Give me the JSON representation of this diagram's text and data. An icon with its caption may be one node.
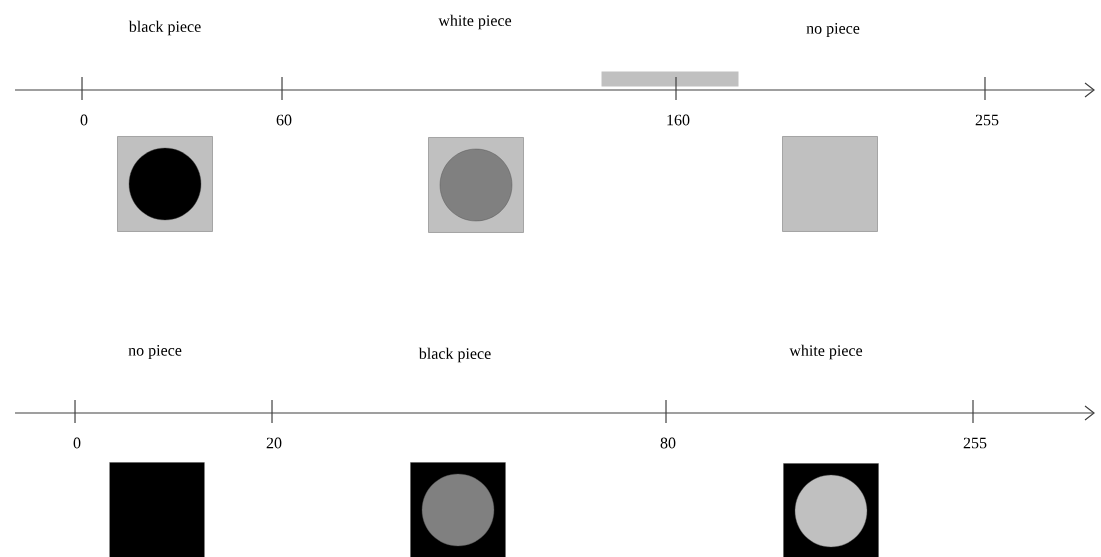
{
  "diagram": {
    "nodes": [
      {
        "text": [],
        "shape": "bar"
      },
      {
        "text": [],
        "shape": "box"
      },
      {
        "text": [],
        "shape": "box"
      },
      {
        "text": [],
        "shape": "box"
      },
      {
        "text": [],
        "shape": "box"
      },
      {
        "text": [],
        "shape": "box"
      },
      {
        "text": [],
        "shape": "box"
      }
    ],
    "labels": [
      "black piece",
      "white piece",
      "no piece",
      "0",
      "60",
      "160",
      "255",
      "no piece",
      "black piece",
      "white piece",
      "0",
      "20",
      "80",
      "255"
    ]
  }
}
